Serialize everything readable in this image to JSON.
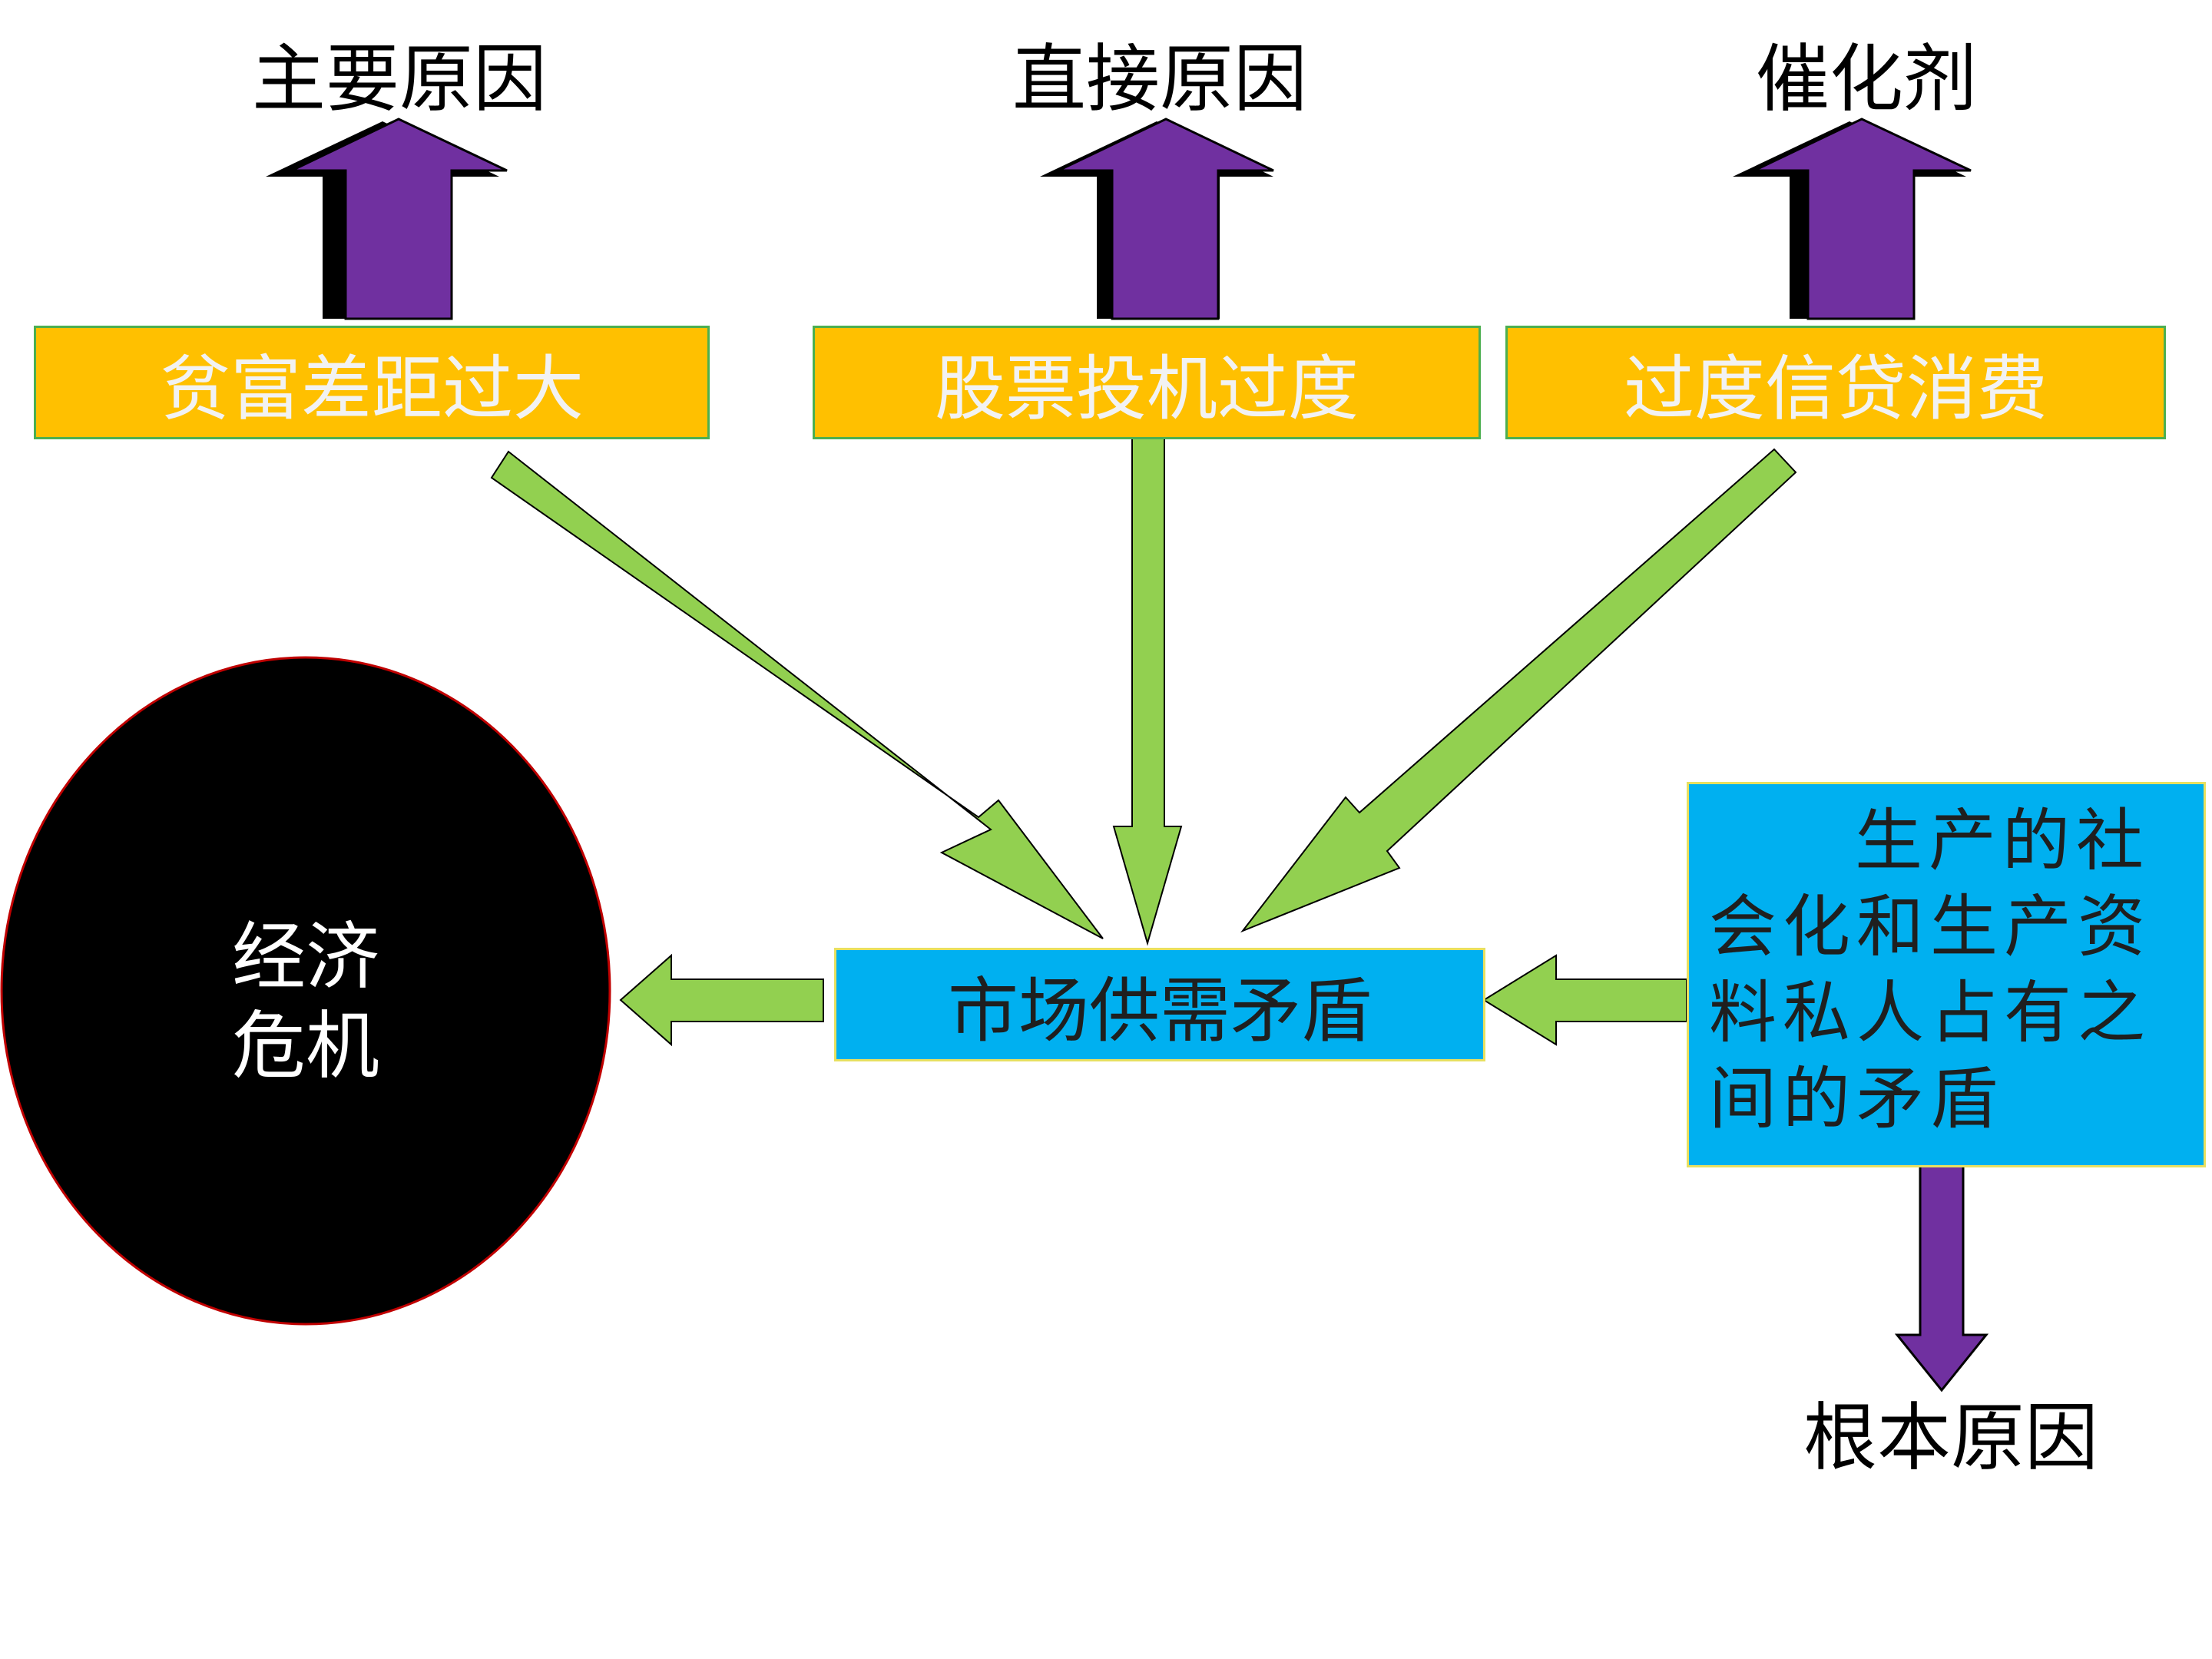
{
  "colors": {
    "purple_arrow": "#7030A0",
    "green_arrow": "#92D050",
    "yellow_box": "#FFC000",
    "blue_box": "#00B0F0",
    "circle": "#000000",
    "circle_border": "#C00000"
  },
  "top_labels": {
    "main_cause": "主要原因",
    "direct_cause": "直接原因",
    "catalyst": "催化剂"
  },
  "factors": {
    "wealth_gap": "贫富差距过大",
    "stock_speculation": "股票投机过度",
    "credit_consumption": "过度信贷消费"
  },
  "center_box": "市场供需矛盾",
  "root_box": {
    "line1": "生产的社",
    "line2": "会化和生产资",
    "line3": "料私人占有之",
    "line4": "间的矛盾"
  },
  "root_label": "根本原因",
  "crisis": {
    "line1": "经济",
    "line2": "危机"
  }
}
